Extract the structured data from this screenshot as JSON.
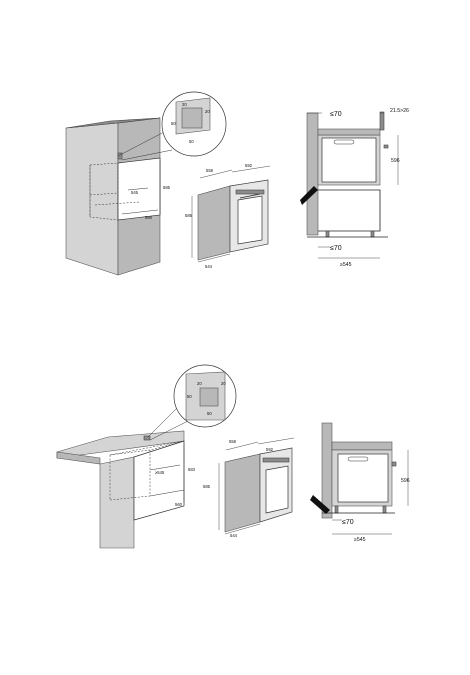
{
  "figure_top": {
    "detail": {
      "w1": "20",
      "w2": "20",
      "h": "50",
      "b": "50"
    },
    "cabinet": {
      "depth": "545",
      "h": "585",
      "w": "560"
    },
    "oven": {
      "top_d": "558",
      "top_w": "592",
      "side_h": "585",
      "bottom": "544"
    },
    "side": {
      "gap_top": "≤70",
      "offset": "21.5>26",
      "height": "596",
      "gap_bottom": "≤70",
      "depth": "≥545"
    }
  },
  "figure_bottom": {
    "detail": {
      "w1": "20",
      "w2": "20",
      "h": "50",
      "b": "50"
    },
    "cabinet": {
      "depth": "≥545",
      "h": "583",
      "w": "560"
    },
    "oven": {
      "top_d": "558",
      "top_w": "592",
      "side_h": "585",
      "bottom": "544"
    },
    "side": {
      "height": "596",
      "gap_bottom": "≤70",
      "depth": "≥545"
    }
  }
}
